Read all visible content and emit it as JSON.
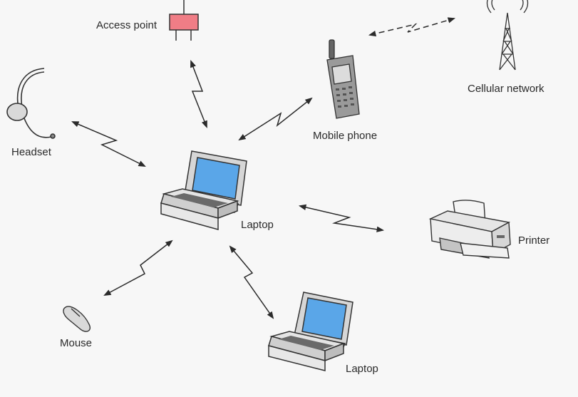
{
  "labels": {
    "access_point": "Access point",
    "headset": "Headset",
    "mobile_phone": "Mobile phone",
    "cellular_network": "Cellular network",
    "laptop_main": "Laptop",
    "printer": "Printer",
    "mouse": "Mouse",
    "laptop_peer": "Laptop"
  },
  "colors": {
    "background": "#f7f7f7",
    "access_point_fill": "#f07d86",
    "screen_blue": "#5aa6e8",
    "link_line": "#2b2b2b",
    "device_body": "#e4e4e4",
    "device_outline": "#333333"
  },
  "icons": {
    "access_point": "access-point-icon",
    "headset": "headset-icon",
    "mobile_phone": "mobile-phone-icon",
    "cellular_network": "cell-tower-icon",
    "laptop": "laptop-icon",
    "printer": "printer-icon",
    "mouse": "mouse-icon"
  },
  "connections": [
    {
      "from": "laptop_main",
      "to": "access_point",
      "style": "wireless"
    },
    {
      "from": "laptop_main",
      "to": "headset",
      "style": "wireless"
    },
    {
      "from": "laptop_main",
      "to": "mobile_phone",
      "style": "wireless"
    },
    {
      "from": "laptop_main",
      "to": "printer",
      "style": "wireless"
    },
    {
      "from": "laptop_main",
      "to": "mouse",
      "style": "wireless"
    },
    {
      "from": "laptop_main",
      "to": "laptop_peer",
      "style": "wireless"
    },
    {
      "from": "mobile_phone",
      "to": "cellular_network",
      "style": "wireless-dashed"
    }
  ]
}
